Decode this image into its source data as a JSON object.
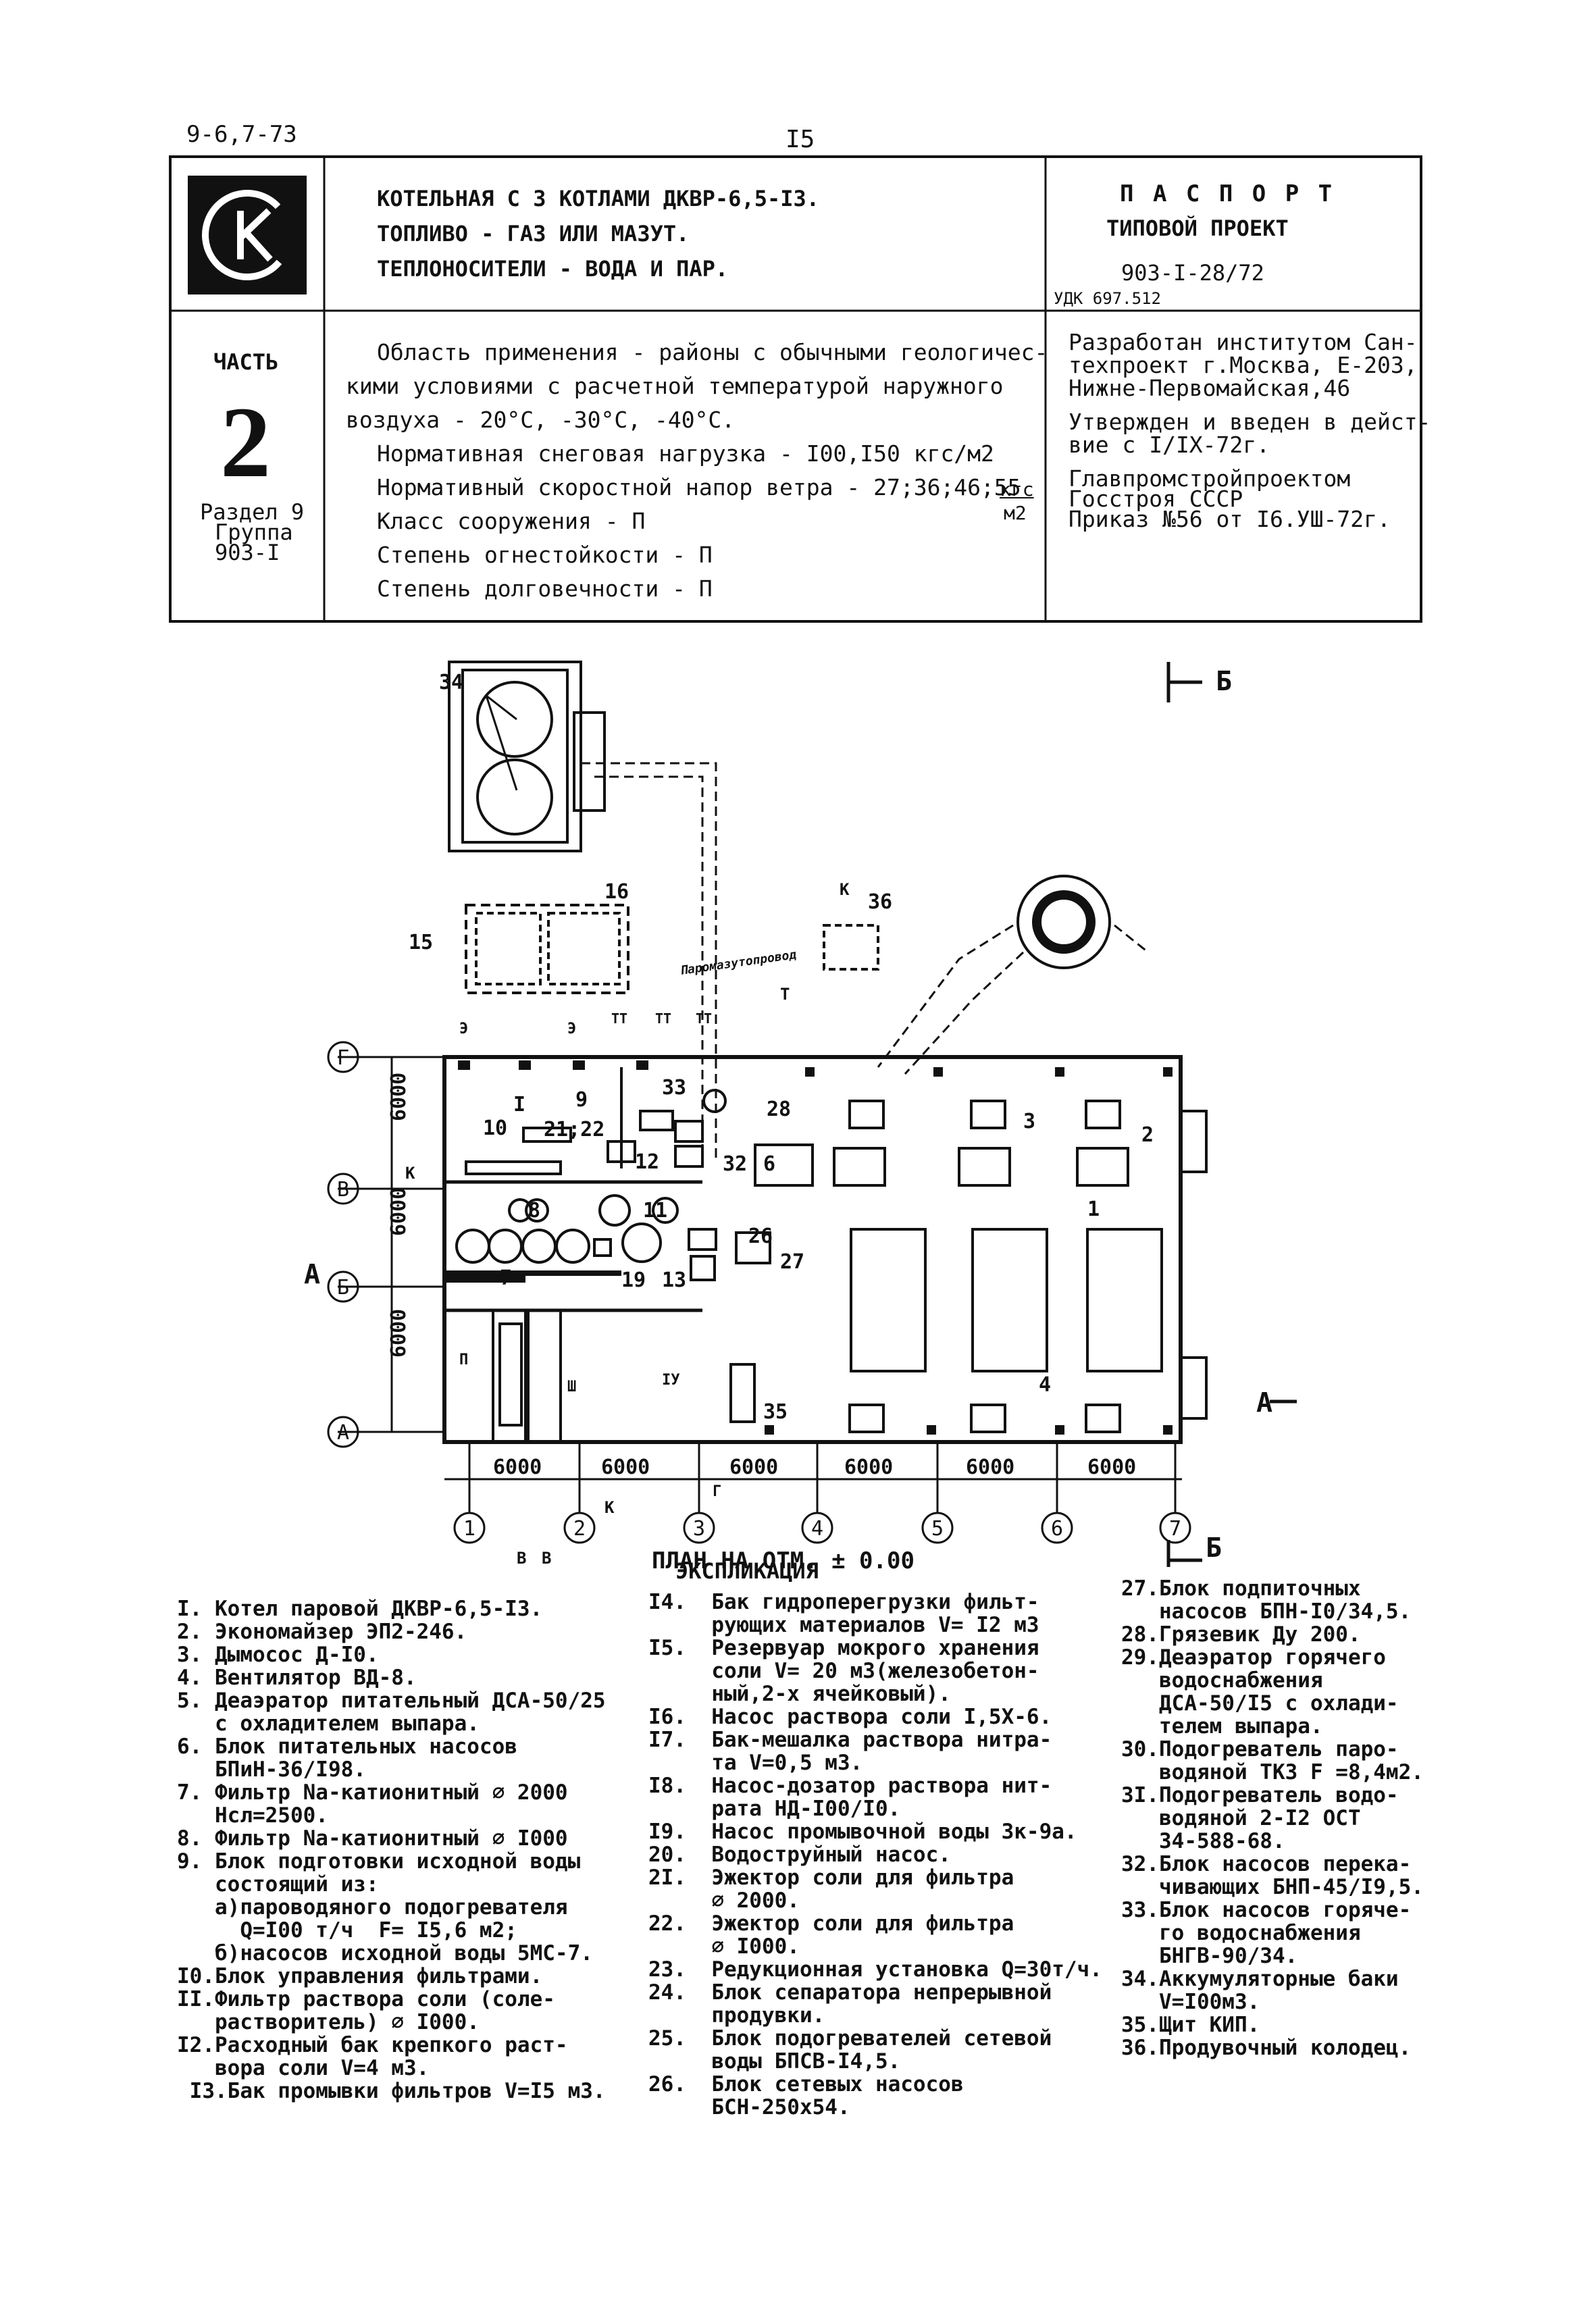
{
  "header": {
    "series": "9-6,7-73",
    "page_number": "I5"
  },
  "title_block": {
    "building_lines": [
      "КОТЕЛЬНАЯ С 3 КОТЛАМИ ДКВР-6,5-I3.",
      "ТОПЛИВО - ГАЗ ИЛИ МАЗУТ.",
      "ТЕПЛОНОСИТЕЛИ - ВОДА И ПАР."
    ],
    "passport": "П А С П О Р Т",
    "typical_project": "ТИПОВОЙ ПРОЕКТ",
    "project_number": "903-I-28/72",
    "udk": "УДК 697.512",
    "part_label": "ЧАСТЬ",
    "part_number": "2",
    "section_lines": [
      "Раздел 9",
      "Группа",
      "903-I"
    ],
    "application_lines": [
      "Область применения - районы с обычными геологичес-",
      "кими условиями с расчетной температурой наружного",
      "воздуха - 20°С, -30°С, -40°С."
    ],
    "snow_load": "Нормативная снеговая нагрузка - I00,I50 кгс/м2",
    "wind_pressure": "Нормативный скоростной напор ветра - 27;36;46;55",
    "wind_unit_top": "кгс",
    "wind_unit_bottom": "м2",
    "structure_class": "Класс сооружения   -     П",
    "fire_resistance": "Степень огнестойкости - П",
    "durability": "Степень долговечности - П",
    "developer_lines": [
      "Разработан институтом Сан-",
      "техпроект г.Москва, Е-203,",
      "Нижне-Первомайская,46"
    ],
    "approved_lines": [
      "Утвержден и введен в дейст-",
      "вие с I/IX-72г."
    ],
    "authority_lines": [
      "Главпромстройпроектом",
      "Госстроя СССР",
      "Приказ №56 от I6.УШ-72г."
    ]
  },
  "drawing": {
    "plan_title": "ПЛАН НА ОТМ. ± 0.00",
    "section_mark": "Б",
    "section_mark_a": "А",
    "pipe_label": "Паромазутопровод",
    "row_axes": [
      "Г",
      "В",
      "Б",
      "А"
    ],
    "col_axes": [
      "1",
      "2",
      "3",
      "4",
      "5",
      "6",
      "7"
    ],
    "dims": [
      "6000",
      "6000",
      "6000",
      "6000",
      "6000",
      "6000",
      "6000",
      "6000",
      "6000"
    ],
    "markers": [
      "Э",
      "Э",
      "К",
      "К",
      "К",
      "Г",
      "В",
      "В",
      "Т",
      "ТТ",
      "ТТ",
      "ТТ"
    ],
    "numbers": [
      "34",
      "16",
      "15",
      "36",
      "28",
      "33",
      "9",
      "I",
      "10",
      "21;22",
      "12",
      "32",
      "6",
      "3",
      "2",
      "8",
      "11",
      "26",
      "27",
      "1",
      "7",
      "19",
      "13",
      "4",
      "35",
      "П",
      "Ш",
      "IУ"
    ]
  },
  "explication": {
    "title": "ЭКСПЛИКАЦИЯ",
    "col1": "I. Котел паровой ДКВР-6,5-I3.\n2. Экономайзер ЭП2-246.\n3. Дымосос Д-I0.\n4. Вентилятор ВД-8.\n5. Деаэратор питательный ДСА-50/25\n   с охладителем выпара.\n6. Блок питательных насосов\n   БПиН-36/I98.\n7. Фильтр Na-катионитный ∅ 2000\n   Нсл=2500.\n8. Фильтр Na-катионитный ∅ I000\n9. Блок подготовки исходной воды\n   состоящий из:\n   а)пароводяного подогревателя\n     Q=I00 т/ч  F= I5,6 м2;\n   б)насосов исходной воды 5МС-7.\nI0.Блок управления фильтрами.\nII.Фильтр раствора соли (соле-\n   растворитель) ∅ I000.\nI2.Расходный бак крепкого раст-\n   вора соли V=4 м3.\n I3.Бак промывки фильтров V=I5 м3.",
    "col2": "I4.  Бак гидроперегрузки фильт-\n     рующих материалов V= I2 м3\nI5.  Резервуар мокрого хранения\n     соли V= 20 м3(железобетон-\n     ный,2-х ячейковый).\nI6.  Насос раствора соли I,5Х-6.\nI7.  Бак-мешалка раствора нитра-\n     та V=0,5 м3.\nI8.  Насос-дозатор раствора нит-\n     рата НД-I00/I0.\nI9.  Насос промывочной воды 3к-9а.\n20.  Водоструйный насос.\n2I.  Эжектор соли для фильтра\n     ∅ 2000.\n22.  Эжектор соли для фильтра\n     ∅ I000.\n23.  Редукционная установка Q=30т/ч.\n24.  Блок сепаратора непрерывной\n     продувки.\n25.  Блок подогревателей сетевой\n     воды БПСВ-I4,5.\n26.  Блок сетевых насосов\n     БСН-250х54.",
    "col3": "27.Блок подпиточных\n   насосов БПН-I0/34,5.\n28.Грязевик Ду 200.\n29.Деаэратор горячего\n   водоснабжения\n   ДСА-50/I5 с охлади-\n   телем выпара.\n30.Подогреватель паро-\n   водяной ТКЗ F =8,4м2.\n3I.Подогреватель водо-\n   водяной 2-I2 ОСТ\n   34-588-68.\n32.Блок насосов перека-\n   чивающих БНП-45/I9,5.\n33.Блок насосов горяче-\n   го водоснабжения\n   БНГВ-90/34.\n34.Аккумуляторные баки\n   V=I00м3.\n35.Щит КИП.\n36.Продувочный колодец."
  }
}
